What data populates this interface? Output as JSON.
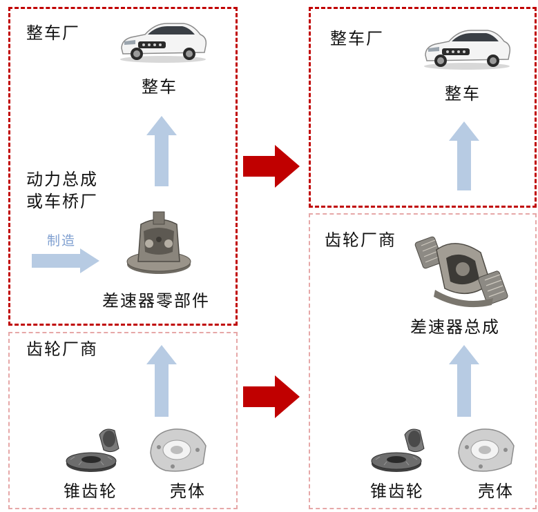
{
  "left": {
    "oem": {
      "title": "整车厂",
      "vehicle": "整车"
    },
    "powertrain": {
      "line1": "动力总成",
      "line2": "或车桥厂",
      "process": "制造",
      "part": "差速器零部件"
    },
    "gear_maker": {
      "title": "齿轮厂商",
      "gear": "锥齿轮",
      "housing": "壳体"
    }
  },
  "right": {
    "oem": {
      "title": "整车厂",
      "vehicle": "整车"
    },
    "gear_maker": {
      "title": "齿轮厂商",
      "assembly": "差速器总成",
      "gear": "锥齿轮",
      "housing": "壳体"
    }
  },
  "colors": {
    "primary_border": "#c00000",
    "secondary_border": "#e6a7a7",
    "flow_arrow": "#c00000",
    "up_arrow": "#b7cbe3"
  },
  "icons": [
    "car-icon",
    "differential-part-icon",
    "differential-assembly-icon",
    "bevel-gear-icon",
    "housing-icon"
  ]
}
